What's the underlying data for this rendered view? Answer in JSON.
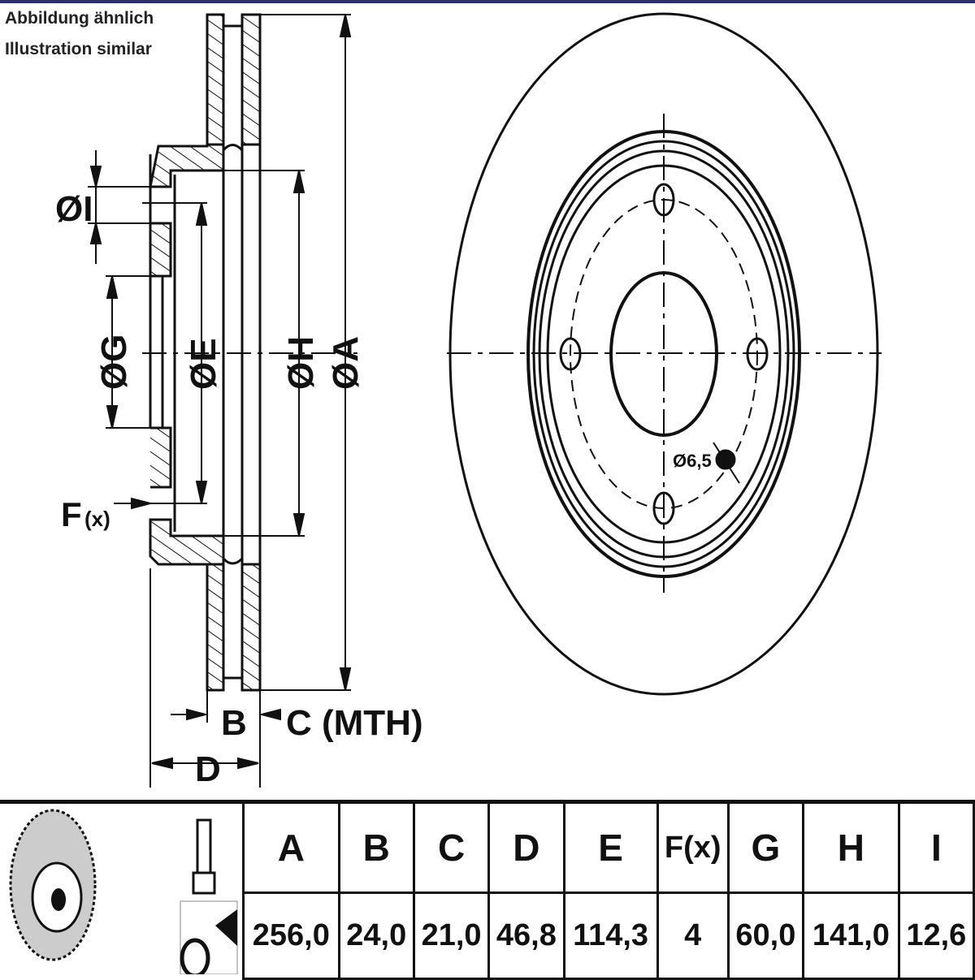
{
  "note": {
    "line1": "Abbildung ähnlich",
    "line2": "Illustration similar"
  },
  "drawing": {
    "labels": {
      "I": "ØI",
      "G": "ØG",
      "E": "ØE",
      "H": "ØH",
      "A": "ØA",
      "F": "F",
      "F_sub": "(x)",
      "B": "B",
      "C": "C (MTH)",
      "D": "D",
      "hole": "Ø6,5"
    }
  },
  "table": {
    "icons": [
      "brake-disc-icon",
      "bolt-icon",
      "grease-spray-icon"
    ],
    "headers": [
      "A",
      "B",
      "C",
      "D",
      "E",
      "F(x)",
      "G",
      "H",
      "I"
    ],
    "values": [
      "256,0",
      "24,0",
      "21,0",
      "46,8",
      "114,3",
      "4",
      "60,0",
      "141,0",
      "12,6"
    ]
  }
}
